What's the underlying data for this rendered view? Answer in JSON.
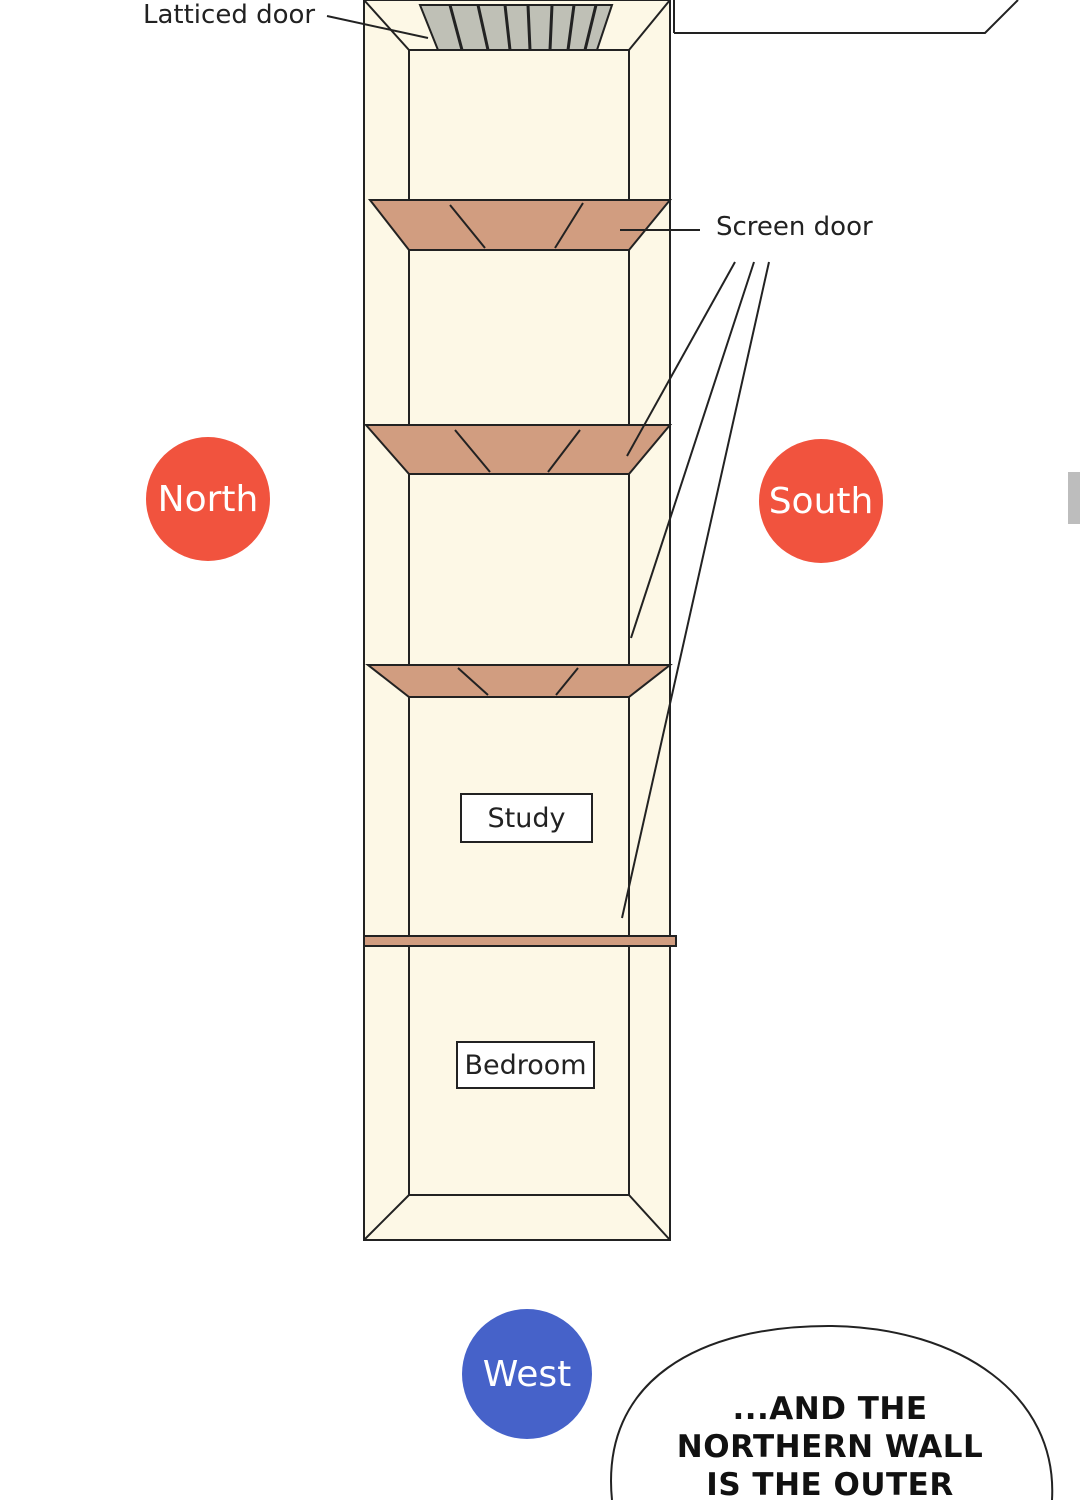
{
  "labels": {
    "latticed_door": "Latticed door",
    "screen_door": "Screen door"
  },
  "rooms": {
    "study": "Study",
    "bedroom": "Bedroom"
  },
  "directions": {
    "north": "North",
    "south": "South",
    "west": "West"
  },
  "bubble": {
    "line1": "...AND THE",
    "line2": "NORTHERN WALL",
    "line3": "IS THE OUTER"
  },
  "colors": {
    "floor": "#fdf8e6",
    "door_fill": "#d19d80",
    "latticed_fill": "#bfc0b6",
    "line": "#222222",
    "north_south": "#f1533e",
    "west": "#4662c9"
  }
}
